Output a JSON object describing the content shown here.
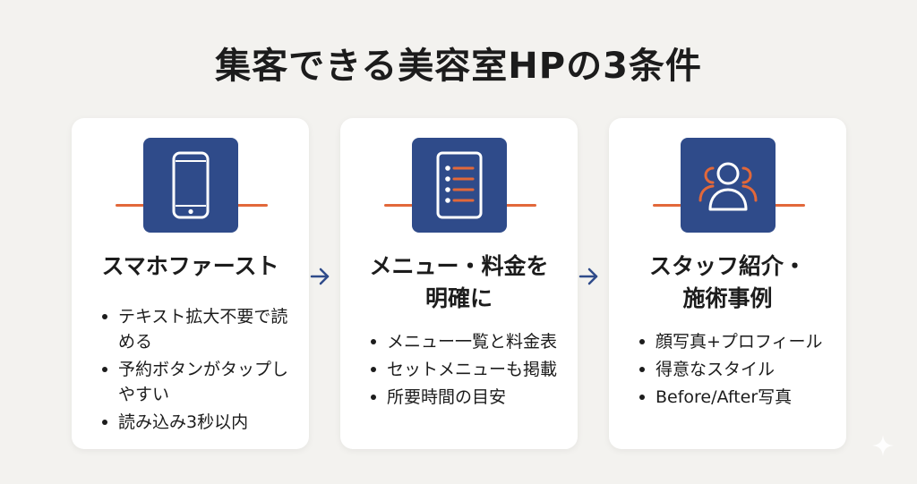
{
  "title": "集客できる美容室HPの3条件",
  "colors": {
    "background": "#f3f2ef",
    "card": "#ffffff",
    "icon_box": "#2f4b8a",
    "accent": "#e2683a",
    "arrow": "#2f4b8a"
  },
  "cards": [
    {
      "icon": "smartphone-icon",
      "title_lines": [
        "スマホファースト"
      ],
      "bullets": [
        "テキスト拡大不要で読める",
        "予約ボタンがタップしやすい",
        "読み込み3秒以内"
      ]
    },
    {
      "icon": "menu-list-icon",
      "title_lines": [
        "メニュー・料金を",
        "明確に"
      ],
      "bullets": [
        "メニュー一覧と料金表",
        "セットメニューも掲載",
        "所要時間の目安"
      ]
    },
    {
      "icon": "staff-group-icon",
      "title_lines": [
        "スタッフ紹介・",
        "施術事例"
      ],
      "bullets": [
        "顔写真+プロフィール",
        "得意なスタイル",
        "Before/After写真"
      ]
    }
  ]
}
